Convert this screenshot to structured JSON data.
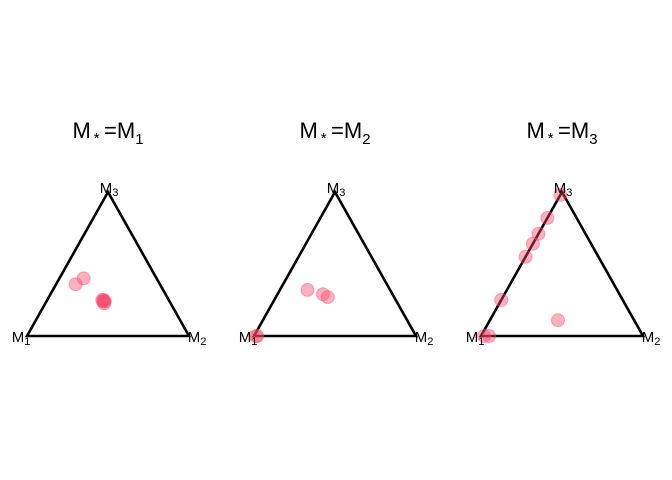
{
  "chart_data": {
    "type": "scatter",
    "projection": "ternary",
    "point_color": "#F8466A",
    "point_opacity": 0.42,
    "panels": [
      {
        "title": {
          "lhs": "M",
          "star": "*",
          "eq": "=",
          "rhs": "M",
          "rhs_sub": "1"
        },
        "vertices": [
          {
            "main": "M",
            "sub": "1"
          },
          {
            "main": "M",
            "sub": "2"
          },
          {
            "main": "M",
            "sub": "3"
          }
        ],
        "points": [
          {
            "M1": 0.45,
            "M2": 0.15,
            "M3": 0.4
          },
          {
            "M1": 0.52,
            "M2": 0.12,
            "M3": 0.36
          },
          {
            "M1": 0.41,
            "M2": 0.34,
            "M3": 0.25
          },
          {
            "M1": 0.41,
            "M2": 0.35,
            "M3": 0.25
          },
          {
            "M1": 0.41,
            "M2": 0.35,
            "M3": 0.24
          },
          {
            "M1": 0.4,
            "M2": 0.35,
            "M3": 0.25
          },
          {
            "M1": 0.4,
            "M2": 0.36,
            "M3": 0.24
          }
        ]
      },
      {
        "title": {
          "lhs": "M",
          "star": "*",
          "eq": "=",
          "rhs": "M",
          "rhs_sub": "2"
        },
        "vertices": [
          {
            "main": "M",
            "sub": "1"
          },
          {
            "main": "M",
            "sub": "2"
          },
          {
            "main": "M",
            "sub": "3"
          }
        ],
        "points": [
          {
            "M1": 0.51,
            "M2": 0.17,
            "M3": 0.32
          },
          {
            "M1": 0.43,
            "M2": 0.28,
            "M3": 0.29
          },
          {
            "M1": 0.41,
            "M2": 0.32,
            "M3": 0.27
          },
          {
            "M1": 0.99,
            "M2": 0.01,
            "M3": 0.0
          },
          {
            "M1": 0.98,
            "M2": 0.02,
            "M3": 0.0
          }
        ]
      },
      {
        "title": {
          "lhs": "M",
          "star": "*",
          "eq": "=",
          "rhs": "M",
          "rhs_sub": "3"
        },
        "vertices": [
          {
            "main": "M",
            "sub": "1"
          },
          {
            "main": "M",
            "sub": "2"
          },
          {
            "main": "M",
            "sub": "3"
          }
        ],
        "points": [
          {
            "M1": 0.02,
            "M2": 0.0,
            "M3": 0.98
          },
          {
            "M1": 0.18,
            "M2": 0.0,
            "M3": 0.82
          },
          {
            "M1": 0.29,
            "M2": 0.0,
            "M3": 0.71
          },
          {
            "M1": 0.36,
            "M2": 0.0,
            "M3": 0.64
          },
          {
            "M1": 0.45,
            "M2": 0.0,
            "M3": 0.55
          },
          {
            "M1": 0.75,
            "M2": 0.0,
            "M3": 0.25
          },
          {
            "M1": 0.98,
            "M2": 0.02,
            "M3": 0.0
          },
          {
            "M1": 0.95,
            "M2": 0.05,
            "M3": 0.0
          },
          {
            "M1": 0.47,
            "M2": 0.42,
            "M3": 0.11
          }
        ]
      }
    ]
  }
}
